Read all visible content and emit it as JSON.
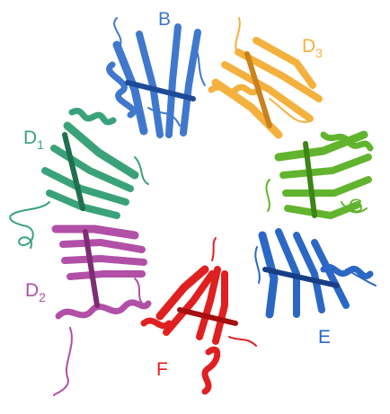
{
  "subunits": [
    {
      "id": "B",
      "label": "B",
      "subscript": "",
      "color": "#3f78cc",
      "dark": "#1e4a9a",
      "light": "#9bbcef"
    },
    {
      "id": "D3",
      "label": "D",
      "subscript": "3",
      "color": "#f4b13e",
      "dark": "#c9821c",
      "light": "#fbd98f"
    },
    {
      "id": "G",
      "label": "G",
      "subscript": "",
      "color": "#62b42e",
      "dark": "#3c8516",
      "light": "#a7dc7c"
    },
    {
      "id": "E",
      "label": "E",
      "subscript": "",
      "color": "#2b67c4",
      "dark": "#173e86",
      "light": "#7fa8e6"
    },
    {
      "id": "F",
      "label": "F",
      "subscript": "",
      "color": "#e02020",
      "dark": "#a50f0f",
      "light": "#f27a7a"
    },
    {
      "id": "D2",
      "label": "D",
      "subscript": "2",
      "color": "#b150a6",
      "dark": "#7d2c75",
      "light": "#dca1d6"
    },
    {
      "id": "D1",
      "label": "D",
      "subscript": "1",
      "color": "#3aa27a",
      "dark": "#1f6f50",
      "light": "#8fd3b6"
    }
  ]
}
